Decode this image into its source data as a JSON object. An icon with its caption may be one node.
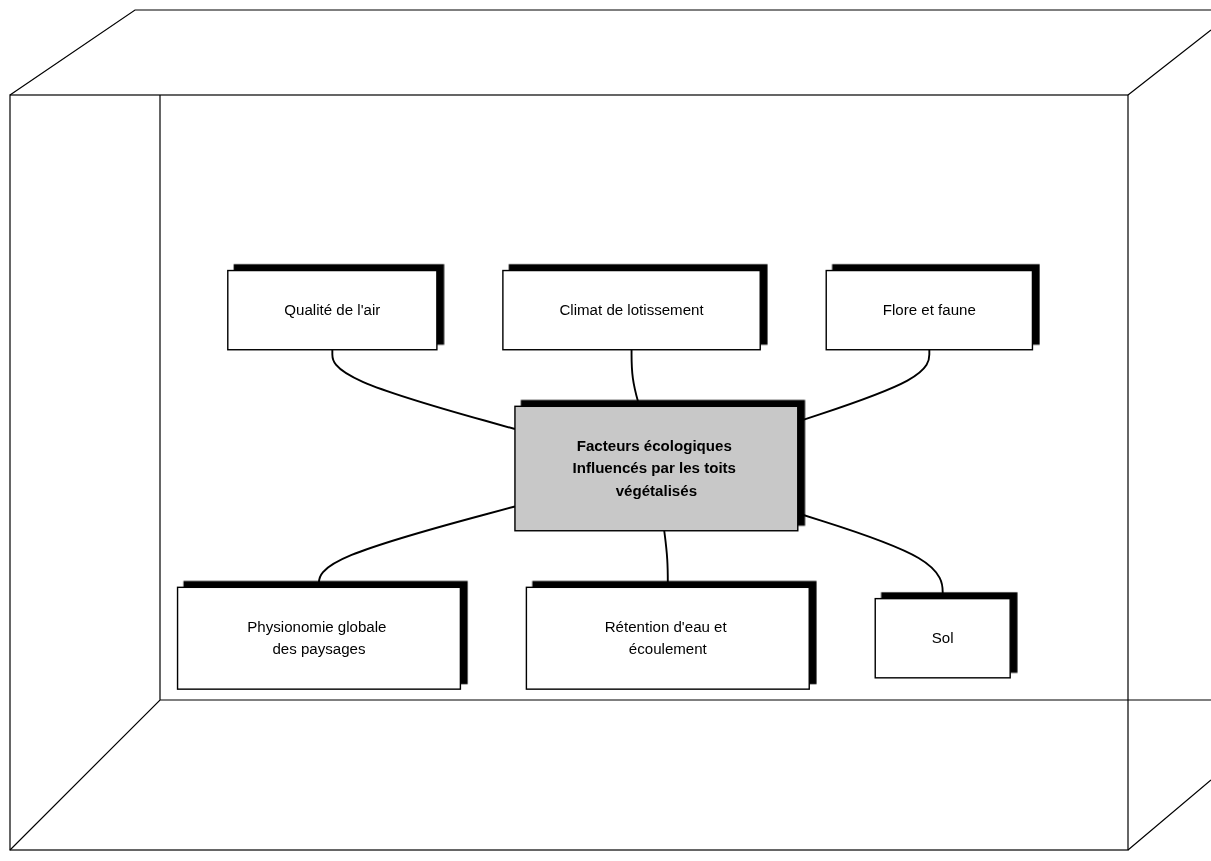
{
  "diagram": {
    "nodes": [
      {
        "text": [
          "Climat de lotissement"
        ]
      },
      {
        "text": [
          "Qualité de l'air"
        ]
      },
      {
        "text": [
          "Flore et faune"
        ]
      },
      {
        "text": [
          "Facteurs écologiques Influencés par les toits végétalisés"
        ]
      },
      {
        "text": [
          "Physionomie globale des paysages"
        ]
      },
      {
        "text": [
          "Sol"
        ]
      },
      {
        "text": [
          "Rétention d'eau et écoulement"
        ]
      }
    ],
    "edges": [
      {
        "from": 1,
        "to": 3,
        "arrow": "none"
      },
      {
        "from": 0,
        "to": 3,
        "arrow": "none"
      },
      {
        "from": 2,
        "to": 3,
        "arrow": "none"
      },
      {
        "from": 3,
        "to": 4,
        "arrow": "none"
      },
      {
        "from": 3,
        "to": 6,
        "arrow": "none"
      },
      {
        "from": 3,
        "to": 5,
        "arrow": "none"
      }
    ]
  }
}
